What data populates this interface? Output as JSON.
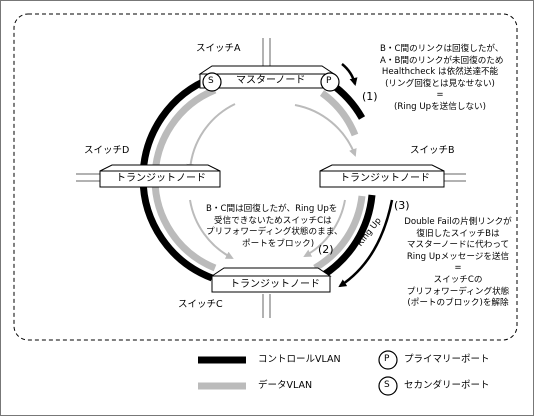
{
  "switches": {
    "a": {
      "name": "スイッチA",
      "role": "マスターノード"
    },
    "b": {
      "name": "スイッチB",
      "role": "トランジットノード"
    },
    "c": {
      "name": "スイッチC",
      "role": "トランジットノード"
    },
    "d": {
      "name": "スイッチD",
      "role": "トランジットノード"
    }
  },
  "ports": {
    "primary": "P",
    "secondary": "S"
  },
  "steps": {
    "s1": "(1)",
    "s2": "(2)",
    "s3": "(3)"
  },
  "ring_up_label": "Ring Up",
  "notes": {
    "n1": [
      "B・C間のリンクは回復したが、",
      "A・B間のリンクが未回復のため",
      "Healthcheck は依然送達不能",
      "(リング回復とは見なせない)",
      "=",
      "(Ring Upを送信しない)"
    ],
    "n2": [
      "B・C間は回復したが、Ring Upを",
      "受信できないためスイッチCは",
      "プリフォワーディング状態のまま、",
      "ポートをブロック)"
    ],
    "n3": [
      "Double Failの片側リンクが",
      "復旧したスイッチBは",
      "マスターノードに代わって",
      "Ring Upメッセージを送信",
      "=",
      "スイッチCの",
      "プリフォワーディング状態",
      "(ポートのブロック)を解除"
    ]
  },
  "legend": {
    "control_vlan": "コントロールVLAN",
    "data_vlan": "データVLAN",
    "primary_port": "プライマリーポート",
    "secondary_port": "セカンダリーポート",
    "control_color": "#000000",
    "data_color": "#bbbbbb"
  }
}
